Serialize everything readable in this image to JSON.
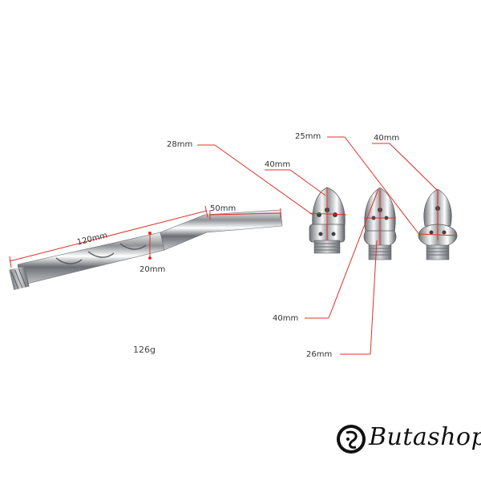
{
  "image": {
    "subject": "metal shower enema nozzle with three interchangeable tips",
    "background_color": "#ffffff",
    "accent_color": "#e0302a"
  },
  "dimensions": {
    "tube_length": "120mm",
    "tube_bend_length": "50mm",
    "tube_diameter": "20mm",
    "tip1_height": "40mm",
    "tip1_diameter": "28mm",
    "tip2_height": "40mm",
    "tip2_diameter": "26mm",
    "tip3_height": "40mm",
    "tip3_diameter": "25mm"
  },
  "weight": "126g",
  "watermark": {
    "text": "Butashop"
  }
}
